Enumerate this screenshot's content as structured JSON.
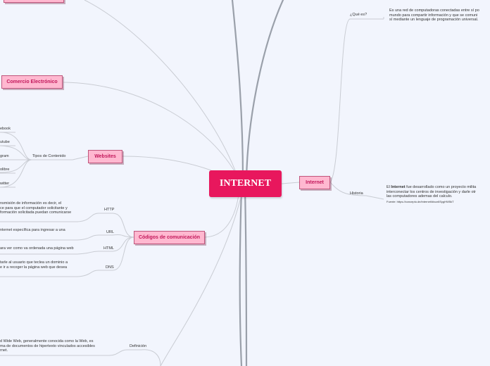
{
  "central": {
    "label": "INTERNET"
  },
  "branches": {
    "commerce": {
      "label": "Comercio Electrónico"
    },
    "websites": {
      "label": "Websites",
      "group_label": "Tipos de Contenido",
      "items": [
        "ebook",
        "utube",
        "gram",
        "olibre",
        "witter"
      ]
    },
    "protocols": {
      "label": "Códigos de comunicación",
      "items": [
        {
          "label": "HTTP",
          "text": "nsmisión de información es decir, el\nce para que el computador solicitante y\nformación solicitada puedan comunicarse"
        },
        {
          "label": "URL",
          "text": "nternet específica para ingresar a una"
        },
        {
          "label": "HTML",
          "text": "ara ver como va ordenada una página web"
        },
        {
          "label": "DNS",
          "text": "tarle al usuario que teclea un dominio a\ne ir a recoger la página web que desea"
        }
      ]
    },
    "internet": {
      "label": "Internet",
      "what_label": "¿Qué es?",
      "what_text": "Es una red de computadoras conectadas entre sí po\nmundo para compartir información y que se comuni\nsí mediante un lenguaje de programación universal.",
      "history_label": "Historia",
      "history_bold": "Internet",
      "history_pre": "El ",
      "history_post": " fue desarrollado como un proyecto milita",
      "history_rest": "interconectar los centros de investigación y darle otr\nlas computadores ademas del calculo.",
      "history_source": "Fuente: https://concepto.de/internet/#ixzz6SygHW5kT"
    },
    "www": {
      "definition_label": "Definición",
      "definition_text": "d Wide Web, generalmente conocida como la Web, es\nma de documentos de hipertexto vinculados accesibles\nrnet."
    }
  },
  "colors": {
    "central_fill": "#e8175d",
    "node_fill": "#ffb8d0",
    "node_border": "#c0557c",
    "node_text": "#c2185b",
    "trunk": "#9aa0aa",
    "link": "#c9ccd3"
  }
}
